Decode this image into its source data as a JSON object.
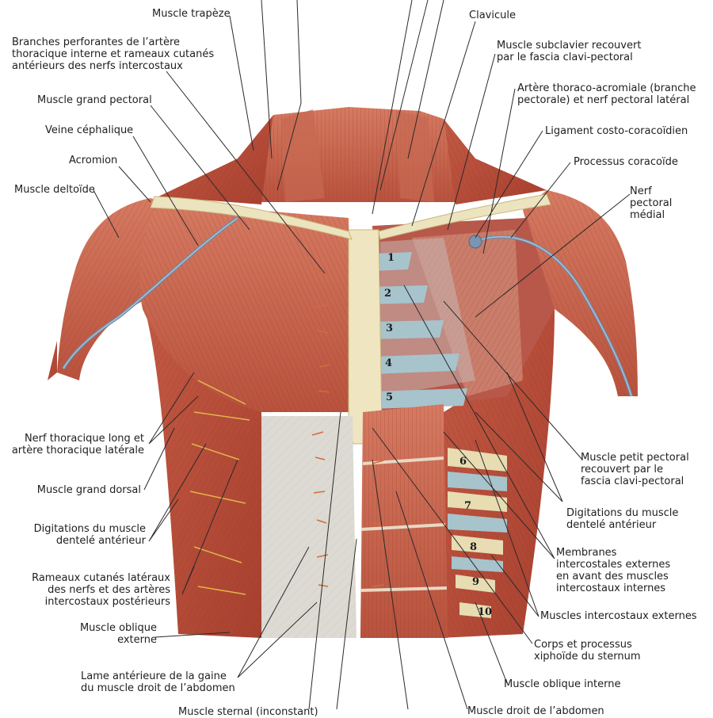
{
  "labels": {
    "trapeze": "Muscle trapèze",
    "branches_perforantes": "Branches perforantes de l’artère\nthoracique interne et rameaux cutanés\nantérieurs des nerfs intercostaux",
    "grand_pectoral": "Muscle grand pectoral",
    "veine_cephalique": "Veine céphalique",
    "acromion": "Acromion",
    "deltoide": "Muscle deltoïde",
    "nerf_thoracique_long": "Nerf thoracique long et\nartère thoracique latérale",
    "grand_dorsal": "Muscle grand dorsal",
    "digitations_gauche": "Digitations du muscle\ndentelé antérieur",
    "rameaux_cutanes": "Rameaux cutanés latéraux\ndes nerfs et des artères\nintercostaux postérieurs",
    "oblique_externe": "Muscle oblique\nexterne",
    "lame_anterieure": "Lame antérieure de la gaine\ndu muscle droit de l’abdomen",
    "sternal": "Muscle sternal (inconstant)",
    "clavicule": "Clavicule",
    "subclavier": "Muscle subclavier recouvert\npar le fascia clavi-pectoral",
    "thoraco_acromiale": "Artère thoraco-acromiale (branche\npectorale) et nerf pectoral latéral",
    "ligament_costo": "Ligament costo-coracoïdien",
    "processus_coracoide": "Processus coracoïde",
    "nerf_pectoral_medial": "Nerf\npectoral\nmédial",
    "petit_pectoral": "Muscle petit pectoral\nrecouvert par le\nfascia clavi-pectoral",
    "digitations_droite": "Digitations du muscle\ndentelé antérieur",
    "membranes": "Membranes\nintercostales externes\nen avant des muscles\nintercostaux internes",
    "intercostaux_externes": "Muscles intercostaux externes",
    "corps_xiphoide": "Corps et processus\nxiphoïde du sternum",
    "oblique_interne": "Muscle oblique interne",
    "droit_abdomen": "Muscle droit de l’abdomen"
  },
  "rib_numbers": [
    "1",
    "2",
    "3",
    "4",
    "5",
    "6",
    "7",
    "8",
    "9",
    "10"
  ]
}
